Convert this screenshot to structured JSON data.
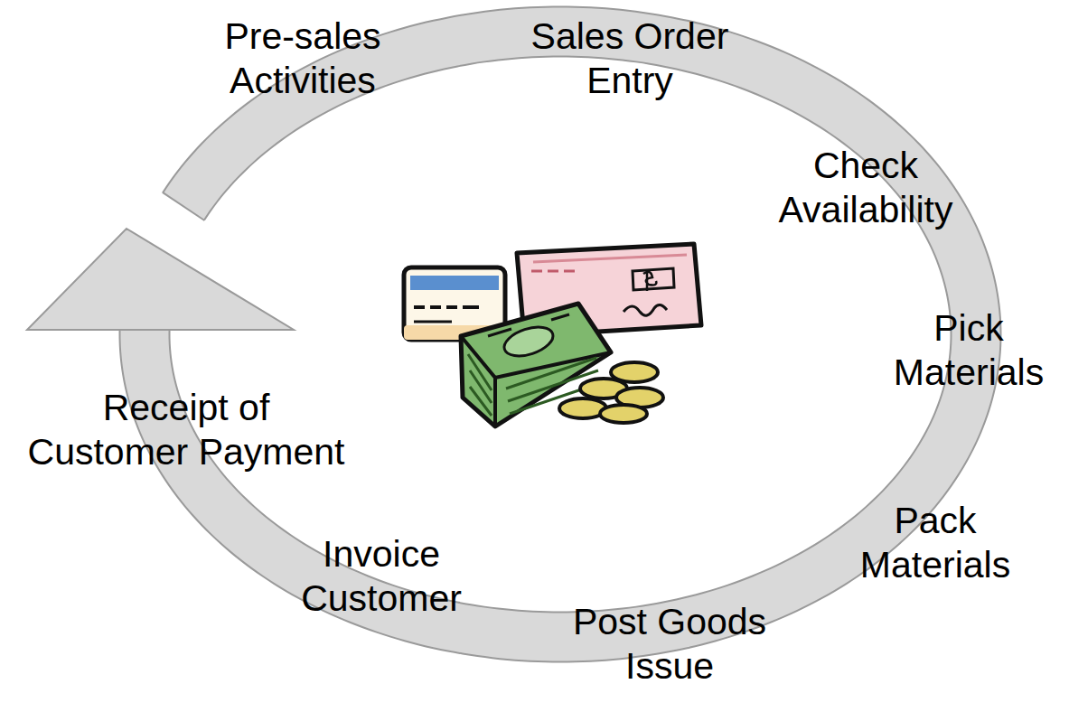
{
  "diagram": {
    "labels": [
      "Pre-sales Activities",
      "Sales Order Entry",
      "Check Availability",
      "Pick Materials",
      "Pack Materials",
      "Post Goods Issue",
      "Invoice Customer",
      "Receipt of Customer Payment"
    ]
  }
}
